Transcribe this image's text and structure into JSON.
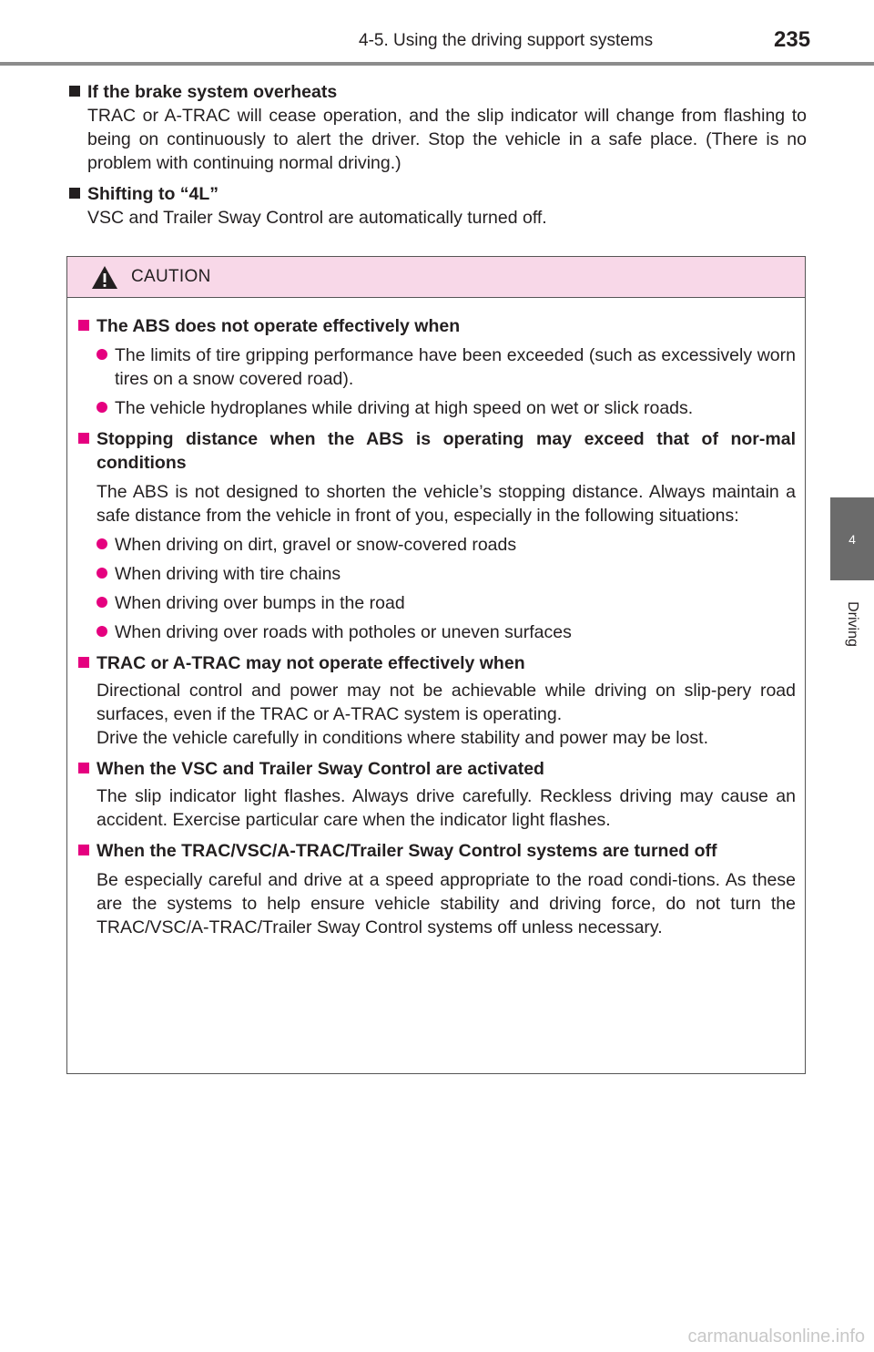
{
  "header": {
    "section_title": "4-5. Using the driving support systems",
    "page_number": "235"
  },
  "side_tab": {
    "chapter_number": "4",
    "chapter_label": "Driving"
  },
  "intro_sections": [
    {
      "heading": "If the brake system overheats",
      "body": "TRAC or A-TRAC will cease operation, and the slip indicator will change from flashing to being on continuously to alert the driver. Stop the vehicle in a safe place. (There is no problem with continuing normal driving.)"
    },
    {
      "heading": "Shifting to “4L”",
      "body": "VSC and Trailer Sway Control are automatically turned off."
    }
  ],
  "caution": {
    "label": "CAUTION",
    "icon": "warning-triangle-icon",
    "sections": [
      {
        "heading": "The ABS does not operate effectively when",
        "bullets": [
          "The limits of tire gripping performance have been exceeded (such as excessively worn tires on a snow covered road).",
          "The vehicle hydroplanes while driving at high speed on wet or slick roads."
        ]
      },
      {
        "heading": "Stopping distance when the ABS is operating may exceed that of nor-mal conditions",
        "body": "The ABS is not designed to shorten the vehicle’s stopping distance. Always maintain a safe distance from the vehicle in front of you, especially in the following situations:",
        "bullets": [
          "When driving on dirt, gravel or snow-covered roads",
          "When driving with tire chains",
          "When driving over bumps in the road",
          "When driving over roads with potholes or uneven surfaces"
        ]
      },
      {
        "heading": "TRAC or A-TRAC may not operate effectively when",
        "body": "Directional control and power may not be achievable while driving on slip-pery road surfaces, even if the TRAC or A-TRAC system is operating.",
        "body2": "Drive the vehicle carefully in conditions where stability and power may be lost."
      },
      {
        "heading": "When the VSC and Trailer Sway Control are activated",
        "body": "The slip indicator light flashes. Always drive carefully. Reckless driving may cause an accident. Exercise particular care when the indicator light flashes."
      },
      {
        "heading": "When the TRAC/VSC/A-TRAC/Trailer Sway Control systems are turned off",
        "body": "Be especially careful and drive at a speed appropriate to the road condi-tions. As these are the systems to help ensure vehicle stability and driving force, do not turn the TRAC/VSC/A-TRAC/Trailer Sway Control systems off unless necessary."
      }
    ]
  },
  "watermark": "carmanualsonline.info",
  "colors": {
    "accent": "#e5007f",
    "caution_header_bg": "#f8d8e8",
    "side_tab_bg": "#6b6b6b",
    "header_rule": "#8c8c8c"
  }
}
